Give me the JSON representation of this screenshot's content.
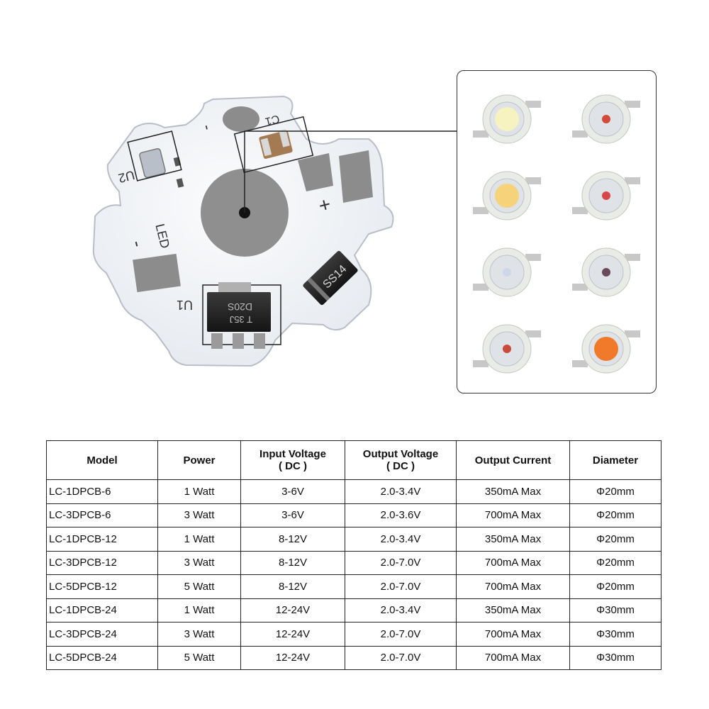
{
  "board": {
    "labels": {
      "c1": "C1",
      "u2": "U2",
      "led": "LED",
      "u1": "U1",
      "plus": "+",
      "minus": "-",
      "minus_top": "-",
      "diode_marking": "SS14",
      "chip_marking_1": "D20S",
      "chip_marking_2": "T 35J"
    }
  },
  "led_grid": {
    "colors": [
      "#f7f3c0",
      "#d24a3a",
      "#f6d27a",
      "#d84848",
      "#d0d6ea",
      "#6a4a5a",
      "#c94a3c",
      "#f07a2a"
    ]
  },
  "table": {
    "headers": [
      {
        "lines": [
          "Model"
        ]
      },
      {
        "lines": [
          "Power"
        ]
      },
      {
        "lines": [
          "Input Voltage",
          "( DC )"
        ]
      },
      {
        "lines": [
          "Output Voltage",
          "( DC )"
        ]
      },
      {
        "lines": [
          "Output Current"
        ]
      },
      {
        "lines": [
          "Diameter"
        ]
      }
    ],
    "rows": [
      [
        "LC-1DPCB-6",
        "1 Watt",
        "3-6V",
        "2.0-3.4V",
        "350mA Max",
        "Φ20mm"
      ],
      [
        "LC-3DPCB-6",
        "3 Watt",
        "3-6V",
        "2.0-3.6V",
        "700mA Max",
        "Φ20mm"
      ],
      [
        "LC-1DPCB-12",
        "1 Watt",
        "8-12V",
        "2.0-3.4V",
        "350mA Max",
        "Φ20mm"
      ],
      [
        "LC-3DPCB-12",
        "3 Watt",
        "8-12V",
        "2.0-7.0V",
        "700mA Max",
        "Φ20mm"
      ],
      [
        "LC-5DPCB-12",
        "5 Watt",
        "8-12V",
        "2.0-7.0V",
        "700mA Max",
        "Φ20mm"
      ],
      [
        "LC-1DPCB-24",
        "1 Watt",
        "12-24V",
        "2.0-3.4V",
        "350mA Max",
        "Φ30mm"
      ],
      [
        "LC-3DPCB-24",
        "3 Watt",
        "12-24V",
        "2.0-7.0V",
        "700mA Max",
        "Φ30mm"
      ],
      [
        "LC-5DPCB-24",
        "5 Watt",
        "12-24V",
        "2.0-7.0V",
        "700mA Max",
        "Φ30mm"
      ]
    ]
  }
}
